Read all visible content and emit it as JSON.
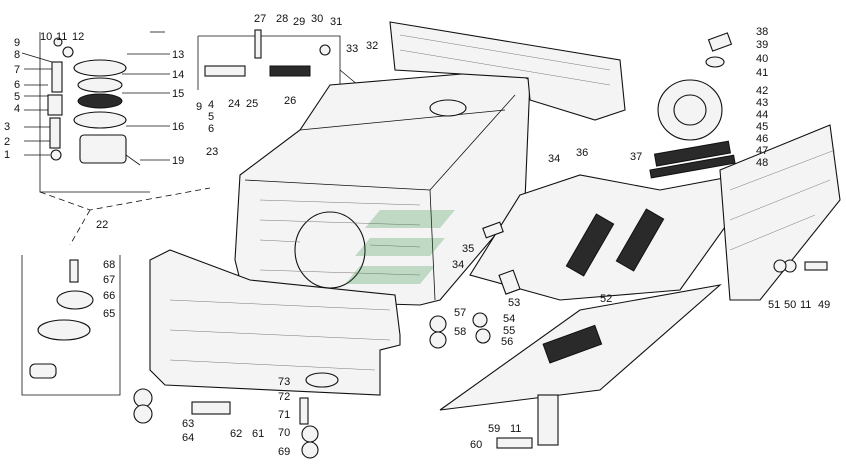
{
  "diagram": {
    "labels": [
      "1",
      "2",
      "3",
      "4",
      "5",
      "6",
      "7",
      "8",
      "9",
      "10",
      "11",
      "12",
      "13",
      "14",
      "15",
      "16",
      "19",
      "22",
      "27",
      "28",
      "29",
      "30",
      "31",
      "9",
      "4",
      "5",
      "6",
      "24",
      "25",
      "26",
      "33",
      "32",
      "23",
      "34",
      "36",
      "35",
      "34",
      "37",
      "38",
      "39",
      "40",
      "41",
      "42",
      "43",
      "44",
      "45",
      "46",
      "47",
      "48",
      "49",
      "51",
      "50",
      "11",
      "52",
      "53",
      "54",
      "55",
      "56",
      "57",
      "58",
      "59",
      "60",
      "11",
      "61",
      "62",
      "63",
      "64",
      "65",
      "66",
      "67",
      "68",
      "69",
      "70",
      "71",
      "72",
      "73"
    ],
    "watermark": "logo"
  }
}
